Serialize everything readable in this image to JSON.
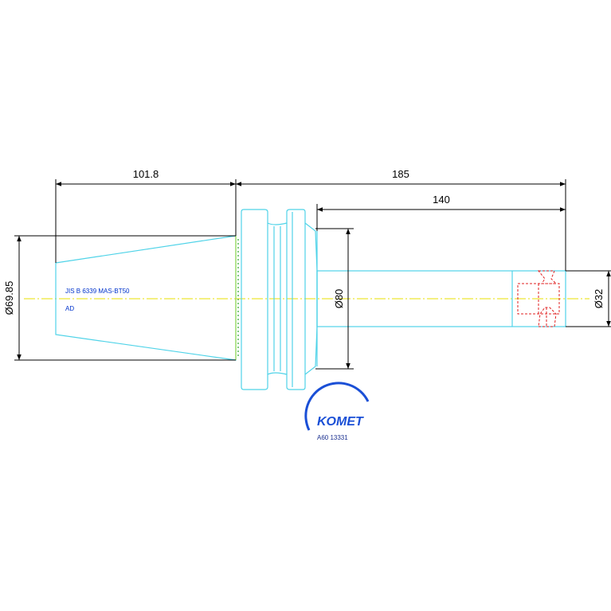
{
  "dimensions": {
    "taper_length": "101.8",
    "overall_length": "185",
    "shank_length": "140",
    "taper_diameter": "Ø69.85",
    "flange_diameter": "Ø80",
    "shank_diameter": "Ø32"
  },
  "spec": {
    "standard": "JIS B 6339 MAS-BT50",
    "variant": "AD"
  },
  "logo": {
    "brand": "KOMET",
    "part_number": "A60 13331"
  },
  "colors": {
    "outline": "#4fd3e8",
    "dimension": "#000000",
    "centerline": "#e8e000",
    "hidden": "#e02020",
    "text_blue": "#0033cc",
    "logo_blue": "#1a4fd6"
  }
}
